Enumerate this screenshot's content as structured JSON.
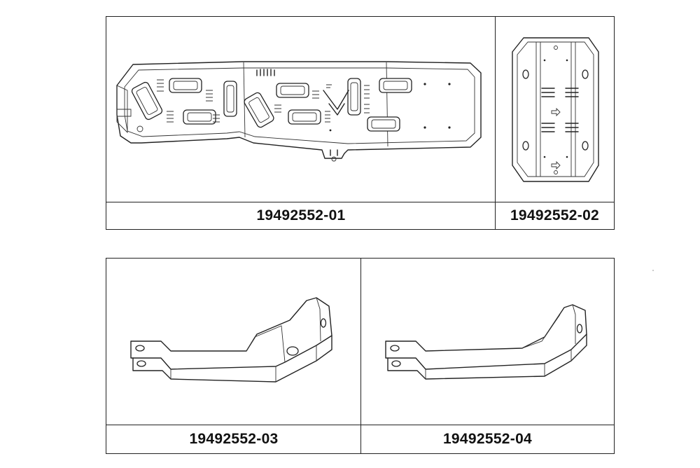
{
  "parts": [
    {
      "id": "part-01",
      "label": "19492552-01",
      "drawing": "skid-plate-long"
    },
    {
      "id": "part-02",
      "label": "19492552-02",
      "drawing": "skid-plate-square"
    },
    {
      "id": "part-03",
      "label": "19492552-03",
      "drawing": "bracket-left"
    },
    {
      "id": "part-04",
      "label": "19492552-04",
      "drawing": "bracket-right"
    }
  ],
  "colors": {
    "line": "#222222",
    "background": "#ffffff"
  }
}
